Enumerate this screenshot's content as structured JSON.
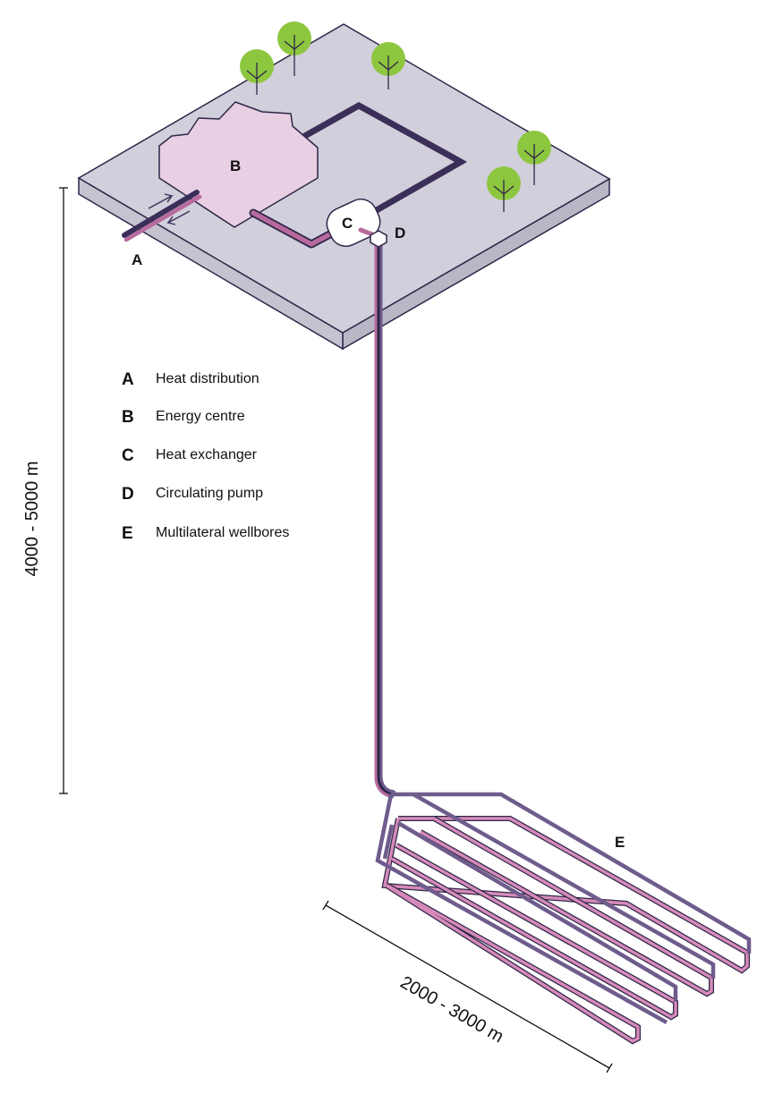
{
  "colors": {
    "ground": "#d1cfdb",
    "ground_edge": "#2e2748",
    "building": "#e8cfe3",
    "dark_pipe": "#3b2e58",
    "pink_pipe": "#b86a9e",
    "well_pink": "#d68ab9",
    "well_purple": "#6f5c8d",
    "tree": "#8dc63f"
  },
  "callouts": {
    "a": "A",
    "b": "B",
    "c": "C",
    "d": "D",
    "e": "E"
  },
  "legend": [
    {
      "key": "A",
      "label": "Heat distribution"
    },
    {
      "key": "B",
      "label": "Energy centre"
    },
    {
      "key": "C",
      "label": "Heat exchanger"
    },
    {
      "key": "D",
      "label": "Circulating pump"
    },
    {
      "key": "E",
      "label": "Multilateral wellbores"
    }
  ],
  "dimensions": {
    "depth": "4000 - 5000 m",
    "lateral": "2000 - 3000 m"
  },
  "icons": [
    "tree-icon",
    "arrow-icon"
  ]
}
